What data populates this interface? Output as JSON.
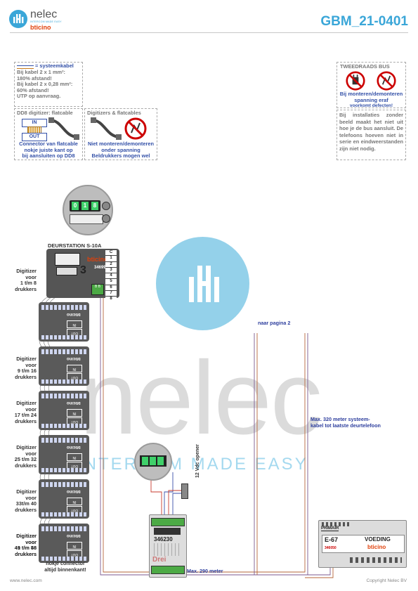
{
  "header": {
    "brand_name": "nelec",
    "brand_tagline": "INTERCOM MADE EASY",
    "partner_logo": "bticino",
    "doc_code": "GBM_21-0401"
  },
  "notes": {
    "system_cable": {
      "legend": "= systeemkabel",
      "lines": [
        "Bij kabel 2 x 1 mm²:",
        "180% afstand!",
        "Bij kabel 2 x 0,28 mm²:",
        "60% afstand!",
        "UTP op aanvraag."
      ]
    },
    "dd8": {
      "title": "DD8 digitizer: flatcable",
      "in_label": "IN",
      "out_label": "OUT",
      "caption": [
        "Connector van flatcable",
        "nokje juiste kant op",
        "bij aansluiten op DD8"
      ]
    },
    "digitizers": {
      "title": "Digitizers & flatcables",
      "caption": [
        "Niet monteren/demonteren",
        "onder spanning",
        "Beldrukkers mogen wel"
      ]
    },
    "two_wire": {
      "title": "TWEEDRAADS BUS",
      "caption": [
        "Bij monteren/demonteren",
        "spanning eraf",
        "voorkomt defecten!"
      ]
    },
    "installation": {
      "text": "Bij installaties zonder beeld maakt het niet uit hoe je de bus aansluit. De telefoons hoeven niet in serie en eindweerstanden zijn niet nodig."
    }
  },
  "diagram": {
    "door_station_label": "DEURSTATION S-10A",
    "door_station_code": "346991",
    "door_station_brand": "bticino",
    "terminals": [
      "C",
      "1",
      "2",
      "3",
      "4",
      "5",
      "6",
      "7",
      "8"
    ],
    "zoom_digits": [
      "0",
      "1",
      "8"
    ],
    "digitizers": [
      [
        "Digitizer",
        "voor",
        "1 t/m 8",
        "drukkers"
      ],
      [
        "Digitizer",
        "voor",
        "9 t/m 16",
        "drukkers"
      ],
      [
        "Digitizer",
        "voor",
        "17 t/m 24",
        "drukkers"
      ],
      [
        "Digitizer",
        "voor",
        "25 t/m 32",
        "drukkers"
      ],
      [
        "Digitizer",
        "voor",
        "33t/m 40",
        "drukkers"
      ],
      [
        "Digitizer",
        "voor",
        "41 t/m 48",
        "drukkers"
      ],
      [
        "Digitizer",
        "voor",
        "49 t/m 56",
        "drukkers"
      ]
    ],
    "module_brand": "bticino",
    "module_in": "IN",
    "module_out": "OUT",
    "nokje_note": [
      "nokje connector",
      "altijd binnenkant!"
    ],
    "interface_code": "346230",
    "interface_brand": "Drei",
    "opener_label": "12 Vdc opener",
    "next_page": "naar pagina 2",
    "max_320": [
      "Max. 320 meter systeem-",
      "kabel tot laatste deurtelefoon"
    ],
    "max_290": "Max. 290 meter",
    "psu_label_primary": "PRIMAIR",
    "psu_model": "E-67",
    "psu_name": "VOEDING",
    "psu_code": "346050",
    "psu_brand": "bticino"
  },
  "footer": {
    "website": "www.nelec.com",
    "copyright": "Copyright Nelec BV"
  },
  "watermark": {
    "word": "nelec",
    "tagline": "INTERCOM MADE EASY"
  }
}
